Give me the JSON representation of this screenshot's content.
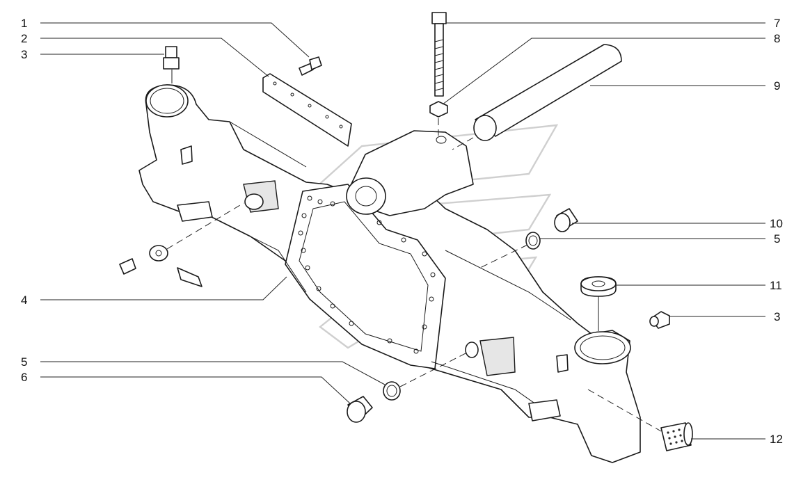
{
  "callouts": [
    {
      "id": "c1",
      "text": "1"
    },
    {
      "id": "c2",
      "text": "2"
    },
    {
      "id": "c3a",
      "text": "3"
    },
    {
      "id": "c4",
      "text": "4"
    },
    {
      "id": "c5a",
      "text": "5"
    },
    {
      "id": "c6",
      "text": "6"
    },
    {
      "id": "c7",
      "text": "7"
    },
    {
      "id": "c8",
      "text": "8"
    },
    {
      "id": "c9",
      "text": "9"
    },
    {
      "id": "c10",
      "text": "10"
    },
    {
      "id": "c5b",
      "text": "5"
    },
    {
      "id": "c11",
      "text": "11"
    },
    {
      "id": "c3b",
      "text": "3"
    },
    {
      "id": "c12",
      "text": "12"
    }
  ]
}
